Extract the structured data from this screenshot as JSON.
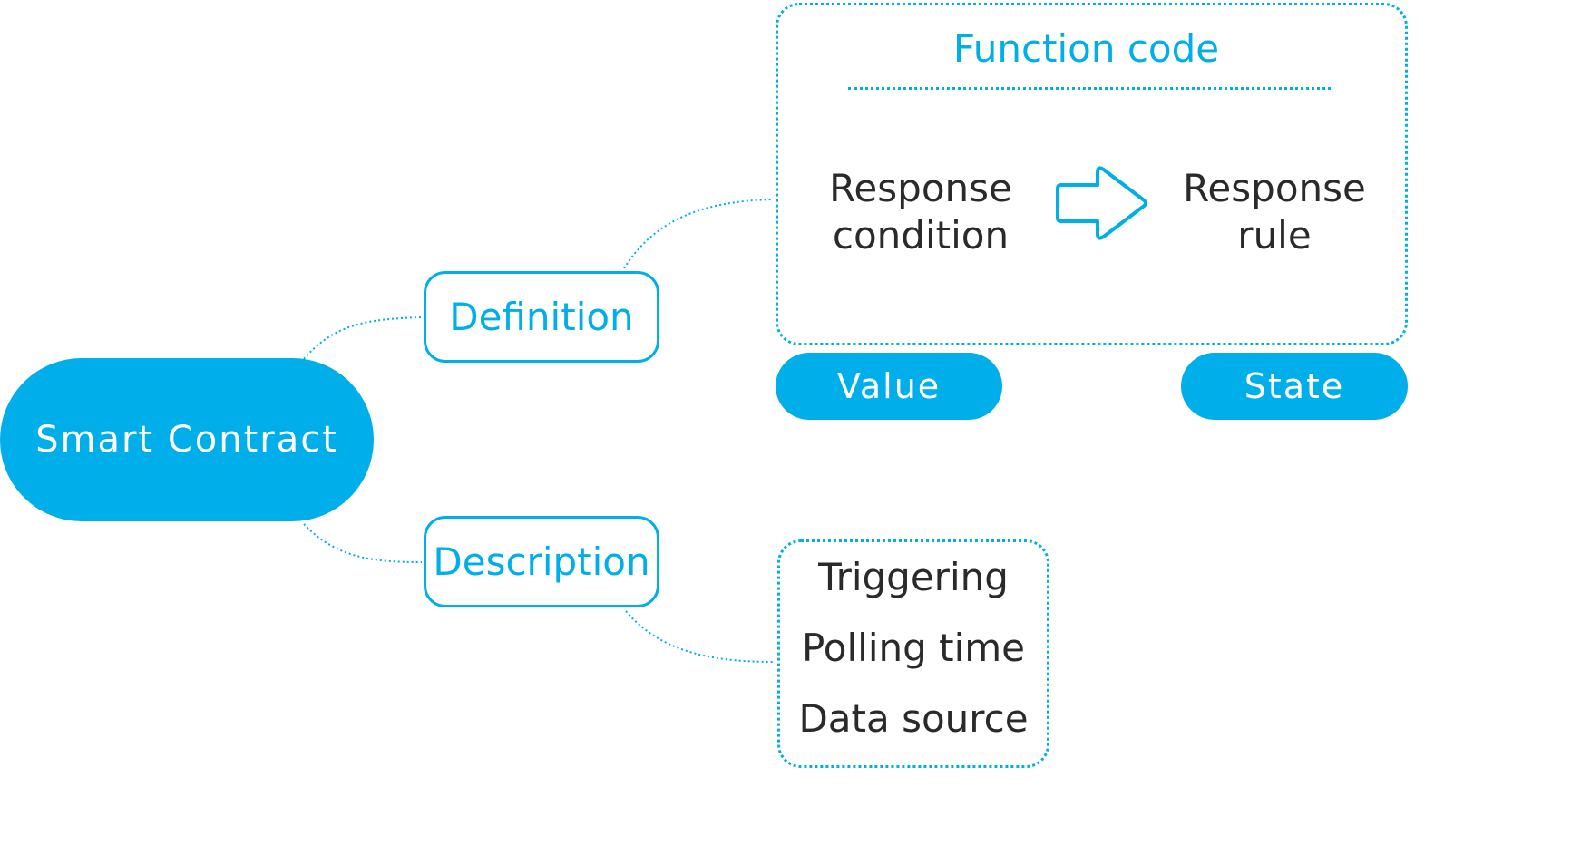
{
  "root": {
    "label": "Smart Contract"
  },
  "branches": {
    "definition": {
      "label": "Definition"
    },
    "description": {
      "label": "Description"
    }
  },
  "function_code": {
    "title": "Function code",
    "condition_label": "Response condition",
    "rule_label": "Response rule",
    "arrow_icon": "right-arrow-icon"
  },
  "tags": {
    "value": "Value",
    "state": "State"
  },
  "description_items": [
    {
      "label": "Triggering"
    },
    {
      "label": "Polling time"
    },
    {
      "label": "Data source"
    }
  ],
  "colors": {
    "accent": "#00aee9",
    "text": "#2a2a2a",
    "background": "#ffffff"
  }
}
